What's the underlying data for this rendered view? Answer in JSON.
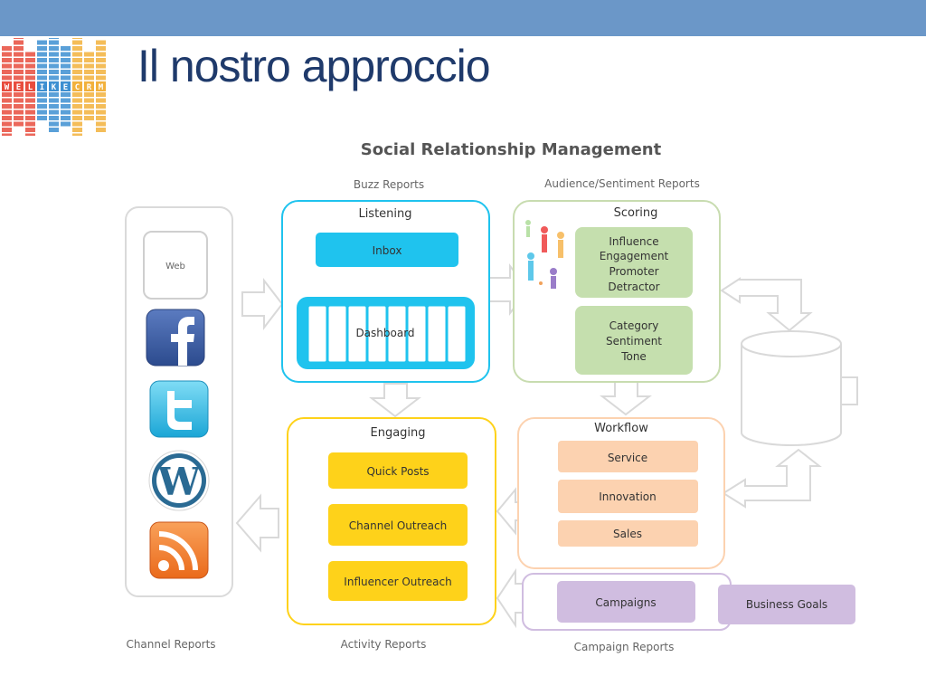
{
  "slide": {
    "title": "Il nostro approccio"
  },
  "logo": {
    "letters": [
      "W",
      "E",
      "L",
      "I",
      "K",
      "E",
      "C",
      "R",
      "M"
    ]
  },
  "diagram": {
    "title": "Social Relationship Management",
    "section_labels": {
      "buzz": "Buzz Reports",
      "audience": "Audience/Sentiment Reports",
      "channel": "Channel Reports",
      "activity": "Activity Reports",
      "campaign": "Campaign Reports"
    },
    "listening": {
      "title": "Listening",
      "inbox": "Inbox",
      "dashboard": "Dashboard"
    },
    "scoring": {
      "title": "Scoring",
      "metrics": [
        "Influence",
        "Engagement",
        "Promoter",
        "Detractor"
      ],
      "categories": [
        "Category",
        "Sentiment",
        "Tone"
      ]
    },
    "channels": {
      "web": "Web"
    },
    "engaging": {
      "title": "Engaging",
      "items": [
        "Quick Posts",
        "Channel Outreach",
        "Influencer Outreach"
      ]
    },
    "workflow": {
      "title": "Workflow",
      "items": [
        "Service",
        "Innovation",
        "Sales"
      ]
    },
    "campaigns": {
      "label": "Campaigns",
      "goals": "Business Goals"
    },
    "colors": {
      "cyan": "#1fc3ee",
      "green_box": "#c5dfae",
      "yellow": "#fed21a",
      "orange_box": "#fcd2b0",
      "purple_box": "#d0bde0",
      "panel_border": "#dadada"
    }
  }
}
